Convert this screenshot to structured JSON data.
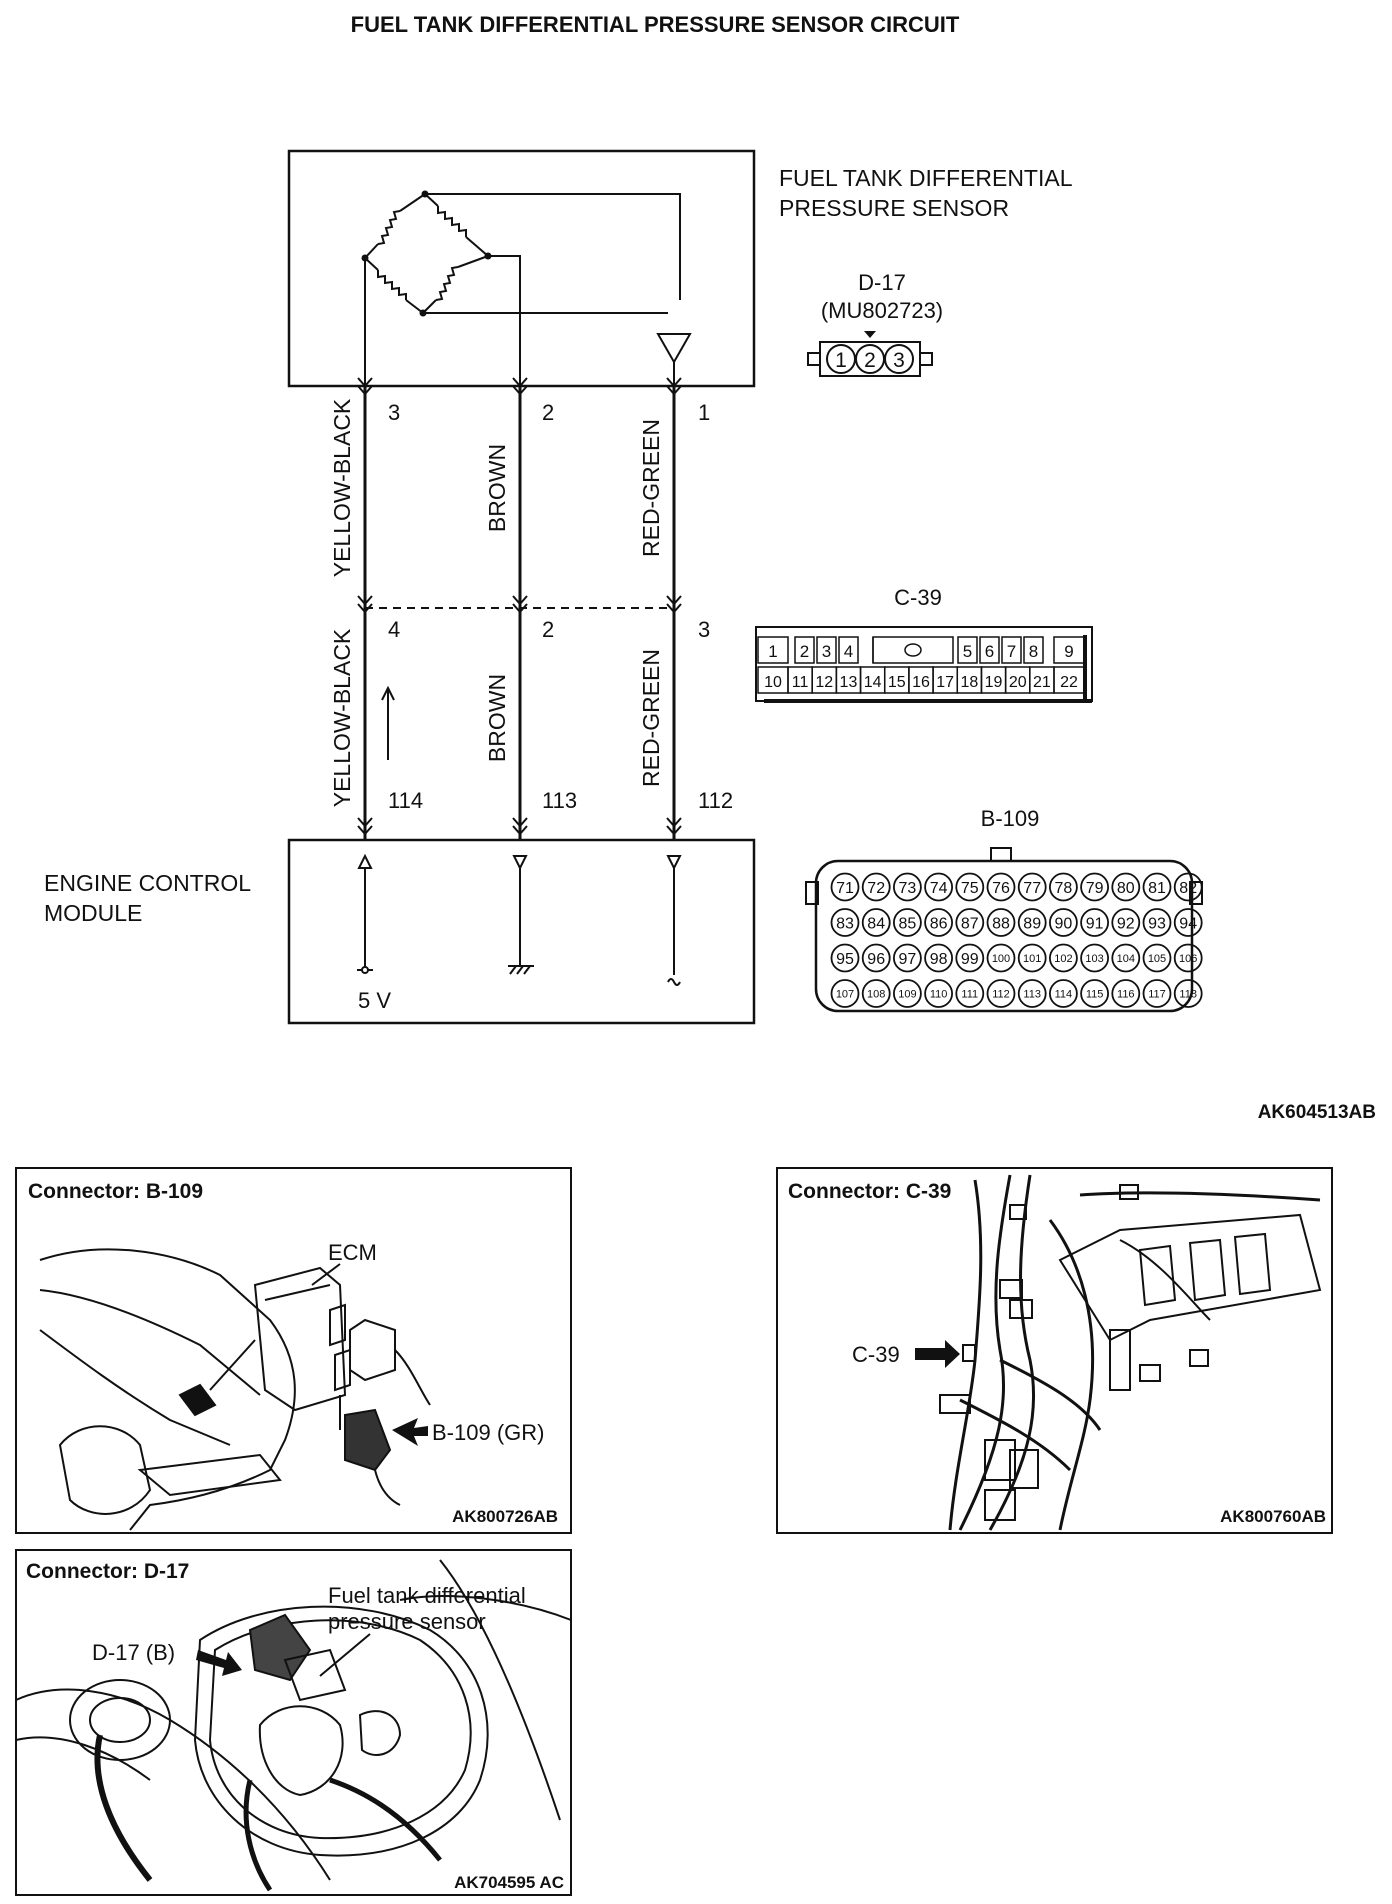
{
  "title": "FUEL TANK DIFFERENTIAL PRESSURE SENSOR CIRCUIT",
  "sensor": {
    "label_line1": "FUEL TANK DIFFERENTIAL",
    "label_line2": "PRESSURE SENSOR"
  },
  "d17_connector": {
    "id": "D-17",
    "part": "(MU802723)",
    "pins": [
      "1",
      "2",
      "3"
    ]
  },
  "c39_connector": {
    "id": "C-39",
    "top_row": [
      "1",
      "2",
      "3",
      "4",
      "5",
      "6",
      "7",
      "8",
      "9"
    ],
    "bottom_row": [
      "10",
      "11",
      "12",
      "13",
      "14",
      "15",
      "16",
      "17",
      "18",
      "19",
      "20",
      "21",
      "22"
    ]
  },
  "b109_connector": {
    "id": "B-109",
    "rows": [
      [
        "71",
        "72",
        "73",
        "74",
        "75",
        "76",
        "77",
        "78",
        "79",
        "80",
        "81",
        "82"
      ],
      [
        "83",
        "84",
        "85",
        "86",
        "87",
        "88",
        "89",
        "90",
        "91",
        "92",
        "93",
        "94"
      ],
      [
        "95",
        "96",
        "97",
        "98",
        "99",
        "100",
        "101",
        "102",
        "103",
        "104",
        "105",
        "106"
      ],
      [
        "107",
        "108",
        "109",
        "110",
        "111",
        "112",
        "113",
        "114",
        "115",
        "116",
        "117",
        "118"
      ]
    ]
  },
  "wires": [
    {
      "color_upper": "YELLOW-BLACK",
      "color_lower": "YELLOW-BLACK",
      "sensor_pin": "3",
      "c39_pin": "4",
      "ecm_pin": "114"
    },
    {
      "color_upper": "BROWN",
      "color_lower": "BROWN",
      "sensor_pin": "2",
      "c39_pin": "2",
      "ecm_pin": "113"
    },
    {
      "color_upper": "RED-GREEN",
      "color_lower": "RED-GREEN",
      "sensor_pin": "1",
      "c39_pin": "3",
      "ecm_pin": "112"
    }
  ],
  "ecm": {
    "label_line1": "ENGINE CONTROL",
    "label_line2": "MODULE",
    "supply": "5 V"
  },
  "diagram_code": "AK604513AB",
  "panel_b109": {
    "title": "Connector: B-109",
    "ecm_label": "ECM",
    "connector_label": "B-109 (GR)",
    "code": "AK800726AB"
  },
  "panel_c39": {
    "title": "Connector: C-39",
    "connector_label": "C-39",
    "code": "AK800760AB"
  },
  "panel_d17": {
    "title": "Connector: D-17",
    "connector_label": "D-17 (B)",
    "sensor_label_line1": "Fuel tank differential",
    "sensor_label_line2": "pressure sensor",
    "code": "AK704595 AC"
  },
  "colors": {
    "ink": "#111111",
    "background": "#ffffff"
  }
}
